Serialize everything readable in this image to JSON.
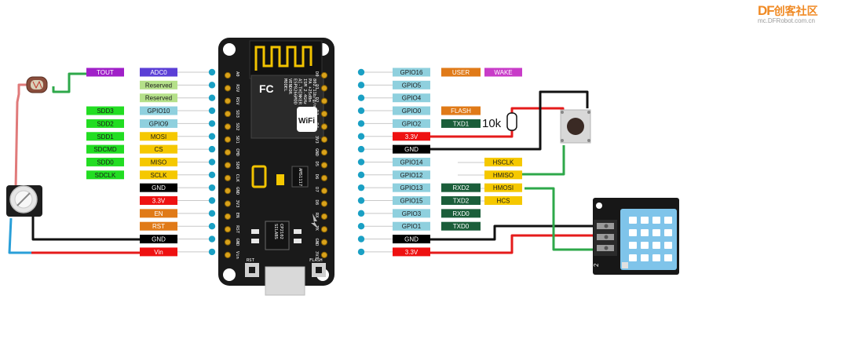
{
  "logo": {
    "brand": "DF",
    "suffix": "创客社区",
    "url": "mc.DFRobot.com.cn"
  },
  "colors": {
    "tout": "#a020c8",
    "adc": "#5b3fd6",
    "reserved": "#b5e08a",
    "gpio": "#8fd0de",
    "sdd": "#22dd22",
    "yellow": "#f5c800",
    "gnd": "#000000",
    "v33": "#ee1111",
    "orange": "#e07a18",
    "darkgreen": "#1b5e3a",
    "wake": "#c83cc8",
    "wire_green": "#2ea84a",
    "wire_red": "#e51b1b",
    "wire_black": "#111111",
    "wire_blue": "#2a9fd8",
    "board": "#1a1a1a",
    "sensor_body": "#7fc4ea"
  },
  "left_labels": [
    {
      "text": "TOUT",
      "color": "tout",
      "col": 0,
      "row": 0
    },
    {
      "text": "ADC0",
      "color": "adc",
      "col": 1,
      "row": 0
    },
    {
      "text": "Reserved",
      "color": "reserved",
      "col": 1,
      "row": 1
    },
    {
      "text": "Reserved",
      "color": "reserved",
      "col": 1,
      "row": 2
    },
    {
      "text": "SDD3",
      "color": "sdd",
      "col": 0,
      "row": 3
    },
    {
      "text": "GPIO10",
      "color": "gpio",
      "col": 1,
      "row": 3
    },
    {
      "text": "SDD2",
      "color": "sdd",
      "col": 0,
      "row": 4
    },
    {
      "text": "GPIO9",
      "color": "gpio",
      "col": 1,
      "row": 4
    },
    {
      "text": "SDD1",
      "color": "sdd",
      "col": 0,
      "row": 5
    },
    {
      "text": "MOSI",
      "color": "yellow",
      "col": 1,
      "row": 5
    },
    {
      "text": "SDCMD",
      "color": "sdd",
      "col": 0,
      "row": 6
    },
    {
      "text": "CS",
      "color": "yellow",
      "col": 1,
      "row": 6
    },
    {
      "text": "SDD0",
      "color": "sdd",
      "col": 0,
      "row": 7
    },
    {
      "text": "MISO",
      "color": "yellow",
      "col": 1,
      "row": 7
    },
    {
      "text": "SDCLK",
      "color": "sdd",
      "col": 0,
      "row": 8
    },
    {
      "text": "SCLK",
      "color": "yellow",
      "col": 1,
      "row": 8
    },
    {
      "text": "GND",
      "color": "gnd",
      "col": 1,
      "row": 9
    },
    {
      "text": "3.3V",
      "color": "v33",
      "col": 1,
      "row": 10
    },
    {
      "text": "EN",
      "color": "orange",
      "col": 1,
      "row": 11
    },
    {
      "text": "RST",
      "color": "orange",
      "col": 1,
      "row": 12
    },
    {
      "text": "GND",
      "color": "gnd",
      "col": 1,
      "row": 13
    },
    {
      "text": "Vin",
      "color": "v33",
      "col": 1,
      "row": 14
    }
  ],
  "right_labels": [
    {
      "text": "GPIO16",
      "color": "gpio",
      "col": 0,
      "row": 0
    },
    {
      "text": "USER",
      "color": "orange",
      "col": 1,
      "row": 0
    },
    {
      "text": "WAKE",
      "color": "wake",
      "col": 2,
      "row": 0
    },
    {
      "text": "GPIO5",
      "color": "gpio",
      "col": 0,
      "row": 1
    },
    {
      "text": "GPIO4",
      "color": "gpio",
      "col": 0,
      "row": 2
    },
    {
      "text": "GPIO0",
      "color": "gpio",
      "col": 0,
      "row": 3
    },
    {
      "text": "FLASH",
      "color": "orange",
      "col": 1,
      "row": 3
    },
    {
      "text": "GPIO2",
      "color": "gpio",
      "col": 0,
      "row": 4
    },
    {
      "text": "TXD1",
      "color": "darkgreen",
      "col": 1,
      "row": 4
    },
    {
      "text": "3.3V",
      "color": "v33",
      "col": 0,
      "row": 5
    },
    {
      "text": "GND",
      "color": "gnd",
      "col": 0,
      "row": 6
    },
    {
      "text": "GPIO14",
      "color": "gpio",
      "col": 0,
      "row": 7
    },
    {
      "text": "HSCLK",
      "color": "yellow",
      "col": 2,
      "row": 7
    },
    {
      "text": "GPIO12",
      "color": "gpio",
      "col": 0,
      "row": 8
    },
    {
      "text": "HMISO",
      "color": "yellow",
      "col": 2,
      "row": 8
    },
    {
      "text": "GPIO13",
      "color": "gpio",
      "col": 0,
      "row": 9
    },
    {
      "text": "RXD2",
      "color": "darkgreen",
      "col": 1,
      "row": 9
    },
    {
      "text": "HMOSI",
      "color": "yellow",
      "col": 2,
      "row": 9
    },
    {
      "text": "GPIO15",
      "color": "gpio",
      "col": 0,
      "row": 10
    },
    {
      "text": "TXD2",
      "color": "darkgreen",
      "col": 1,
      "row": 10
    },
    {
      "text": "HCS",
      "color": "yellow",
      "col": 2,
      "row": 10
    },
    {
      "text": "GPIO3",
      "color": "gpio",
      "col": 0,
      "row": 11
    },
    {
      "text": "RXD0",
      "color": "darkgreen",
      "col": 1,
      "row": 11
    },
    {
      "text": "GPIO1",
      "color": "gpio",
      "col": 0,
      "row": 12
    },
    {
      "text": "TXD0",
      "color": "darkgreen",
      "col": 1,
      "row": 12
    },
    {
      "text": "GND",
      "color": "gnd",
      "col": 0,
      "row": 13
    },
    {
      "text": "3.3V",
      "color": "v33",
      "col": 0,
      "row": 14
    }
  ],
  "board": {
    "left_pins": [
      "A0",
      "RSV",
      "RSV",
      "SD3",
      "SD2",
      "SD1",
      "CMD",
      "SD0",
      "CLK",
      "GND",
      "3V3",
      "EN",
      "RST",
      "GND",
      "Vin"
    ],
    "right_pins": [
      "D0",
      "D1",
      "D2",
      "D3",
      "D4",
      "3V3",
      "GND",
      "D5",
      "D6",
      "D7",
      "D8",
      "RX",
      "TX",
      "GND",
      "3V3"
    ],
    "module_lines": [
      "MODEL",
      "VENDOR",
      "ESP8266MOD",
      "AI-THINKER",
      "ISM 2.4GHz",
      "PA +25dBm",
      "802.11b/g/n"
    ],
    "chip_lines": [
      "SILABS",
      "CP2102"
    ],
    "fcc": "FC",
    "wifi": "WiFi",
    "rst_button": "RST",
    "flash_button": "FLASH",
    "ams": "AMS1117"
  },
  "resistor_label": "10k",
  "dht_module_mark": "2"
}
